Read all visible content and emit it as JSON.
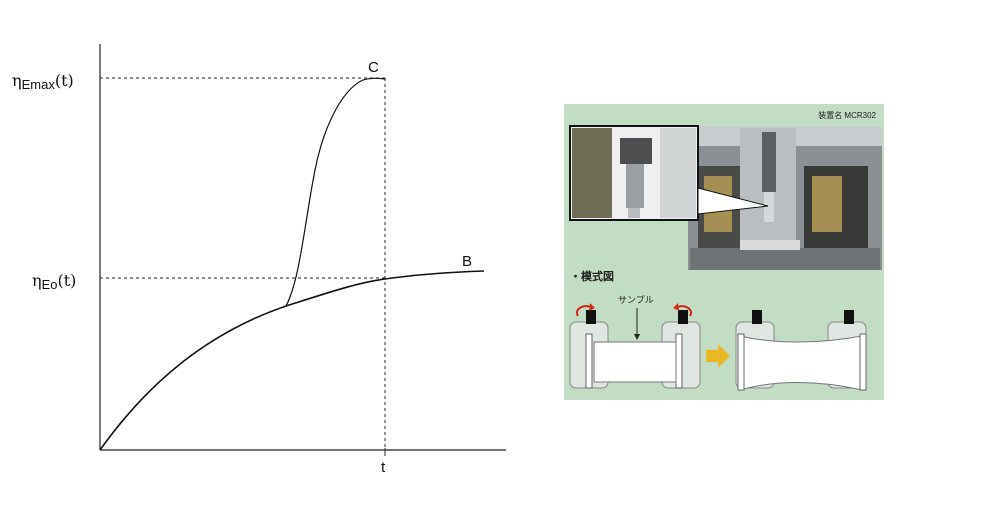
{
  "graph": {
    "y_label_max_symbol": "η",
    "y_label_max_sub": "Emax",
    "y_label_max_arg": "(t)",
    "y_label_eo_symbol": "η",
    "y_label_eo_sub": "Eo",
    "y_label_eo_arg": "(t)",
    "x_label_t": "t",
    "curve_c_label": "C",
    "curve_b_label": "B"
  },
  "panel": {
    "device_name": "装置名 MCR302",
    "section_label": "・模式図",
    "sample_label": "サンプル",
    "colors": {
      "background": "#c3dcc4",
      "arrow": "#e9b826",
      "rotation_arrow": "#d12a1a"
    }
  }
}
